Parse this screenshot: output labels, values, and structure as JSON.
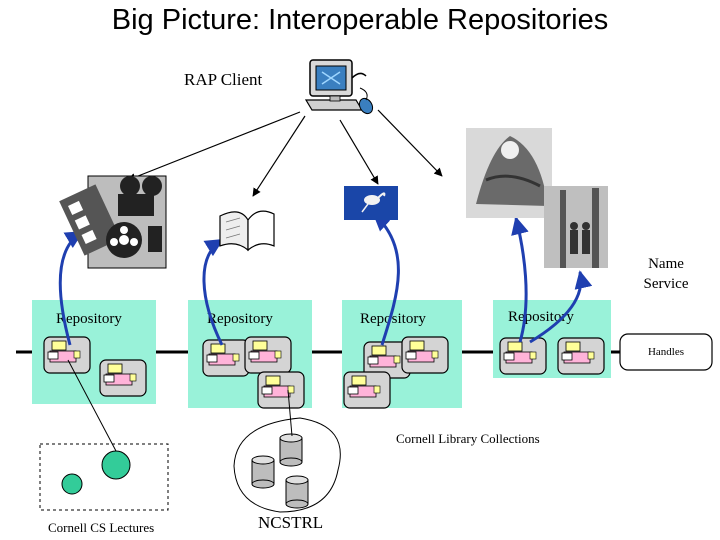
{
  "title": "Big Picture: Interoperable Repositories",
  "client": {
    "label": "RAP Client",
    "icon": "computer-icon"
  },
  "repositories": [
    {
      "label": "Repository",
      "content_icon": "film-projector-icon"
    },
    {
      "label": "Repository",
      "content_icon": "open-book-icon"
    },
    {
      "label": "Repository",
      "content_icon": "bird-photo-icon"
    },
    {
      "label": "Repository",
      "content_icon": "historical-photos-icon"
    }
  ],
  "name_service": {
    "label": "Name Service",
    "database_label": "Handles"
  },
  "collections": {
    "library": "Cornell Library Collections",
    "cs_lectures": "Cornell CS Lectures",
    "ncstrl": "NCSTRL"
  },
  "colors": {
    "repository_fill": "#99f2d9",
    "link_arrow": "#1f3fb0",
    "doc_box": "#d4d4d4",
    "doc_tag_yellow": "#ffff99",
    "doc_tag_pink": "#ffb3d9",
    "lecture_circle": "#33cc99"
  }
}
